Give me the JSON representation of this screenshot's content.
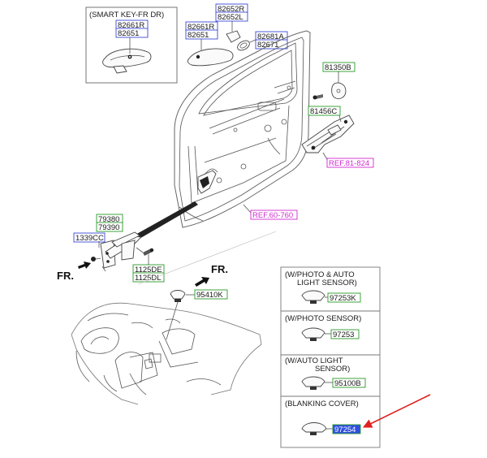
{
  "labels": {
    "smart_key": "(SMART KEY-FR DR)",
    "p82661R_a": "82661R",
    "p82651_a": "82651",
    "p82652R": "82652R",
    "p82652L": "82652L",
    "p82661R_b": "82661R",
    "p82651_b": "82651",
    "p82681A": "82681A",
    "p82671": "82671",
    "p81350B": "81350B",
    "p81456C": "81456C",
    "ref81": "REF.81-824",
    "ref60": "REF.60-760",
    "p79380": "79380",
    "p79390": "79390",
    "p1339CC": "1339CC",
    "p1125DE": "1125DE",
    "p1125DL": "1125DL",
    "p95410K": "95410K",
    "fr_top": "FR.",
    "fr_bottom": "FR.",
    "photo_auto_1": "(W/PHOTO & AUTO",
    "photo_auto_2": "LIGHT SENSOR)",
    "p97253K": "97253K",
    "photo_sensor": "(W/PHOTO SENSOR)",
    "p97253": "97253",
    "auto_light_1": "(W/AUTO LIGHT",
    "auto_light_2": "SENSOR)",
    "p95100B": "95100B",
    "blanking_cover": "(BLANKING COVER)",
    "p97254": "97254"
  },
  "colors": {
    "blue_label": "#3a48d8",
    "green_label": "#2a9a2a",
    "magenta_label": "#d02bd0",
    "highlight_fill": "#2f4fe0",
    "arrow_red": "#e02020"
  }
}
